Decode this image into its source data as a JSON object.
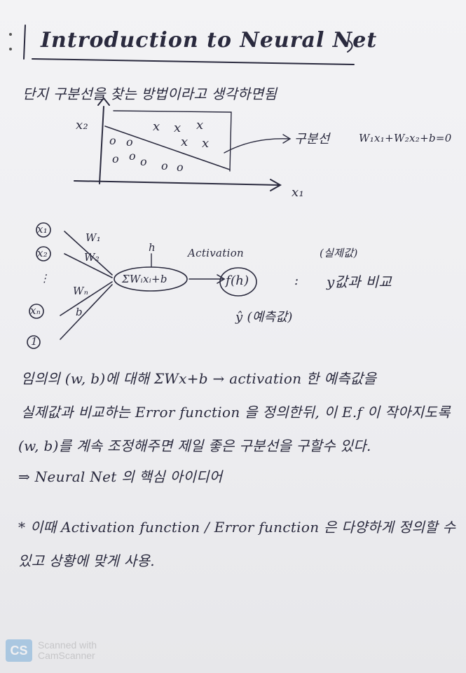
{
  "page": {
    "title": "Introduction to Neural Net"
  },
  "section1": {
    "intro_line": "단지 구분선을 찾는 방법이라고 생각하면됨",
    "axis_x": "x₁",
    "axis_y": "x₂",
    "points_o": [
      "o",
      "o",
      "o",
      "o",
      "o",
      "o",
      "o"
    ],
    "points_x": [
      "x",
      "x",
      "x",
      "x",
      "x"
    ],
    "boundary_label": "구분선",
    "boundary_eq": "W₁x₁+W₂x₂+b=0"
  },
  "section2": {
    "inputs": [
      "x₁",
      "x₂",
      "⋮",
      "xₙ",
      "1"
    ],
    "weights": [
      "W₁",
      "W₂",
      "Wₙ",
      "b"
    ],
    "sum_node": "ΣWᵢxᵢ+b",
    "h_label": "h",
    "activation_label": "Activation",
    "activation_node": "f(h)",
    "yhat_label": "ŷ (예측값)",
    "colon": ":",
    "actual_label": "(실제값)",
    "compare_label": "y값과 비교"
  },
  "paragraph1": [
    "임의의 (w, b)에 대해  ΣWx+b → activation 한 예측값을",
    "실제값과 비교하는 Error function 을 정의한뒤, 이 E.f 이 작아지도록",
    "(w, b)를 계속 조정해주면 제일 좋은 구분선을 구할수 있다.",
    "⇒ Neural Net 의 핵심 아이디어"
  ],
  "paragraph2": [
    "* 이때 Activation function / Error function 은 다양하게 정의할 수",
    "있고 상황에 맞게 사용."
  ],
  "watermark": {
    "logo": "CS",
    "line1": "Scanned with",
    "line2": "CamScanner"
  }
}
